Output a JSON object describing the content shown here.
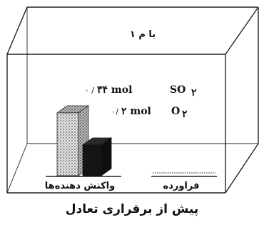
{
  "diagram": {
    "container_label": "با م ۱",
    "reactants_label": "واکنش دهنده‌ها",
    "products_label": "فراورده",
    "caption": "پیش از برقراری تعادل",
    "legend": [
      {
        "marker": "۰ / ",
        "amount": "۳۴ mol",
        "formula": "SO",
        "subscript": "۲",
        "pattern": "stippled"
      },
      {
        "marker": "۰/",
        "amount": "۲ mol",
        "formula": "O",
        "subscript": "۲",
        "pattern": "solid"
      }
    ],
    "colors": {
      "stroke": "#222222",
      "stipple_light": "#e6e6e6",
      "stipple_dark": "#555555",
      "solid": "#151515"
    }
  }
}
